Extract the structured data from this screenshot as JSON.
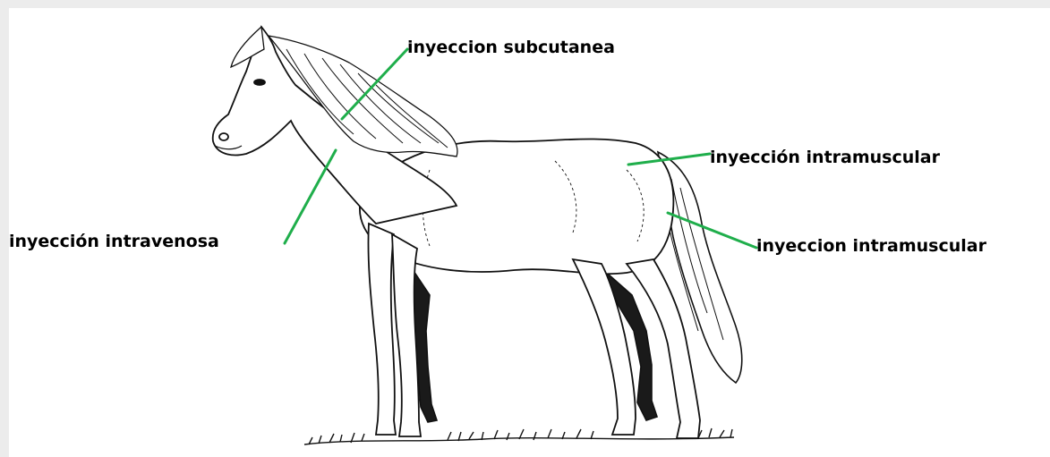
{
  "labels": {
    "subcutanea": "inyeccion subcutanea",
    "intravenosa": "inyección intravenosa",
    "intramuscular_hip": "inyección intramuscular",
    "intramuscular_tail": "inyeccion intramuscular"
  },
  "colors": {
    "leader_line": "#1fae4b",
    "outline": "#111111",
    "background": "#ececec",
    "panel": "#ffffff"
  },
  "figure": {
    "subject": "horse-illustration"
  }
}
